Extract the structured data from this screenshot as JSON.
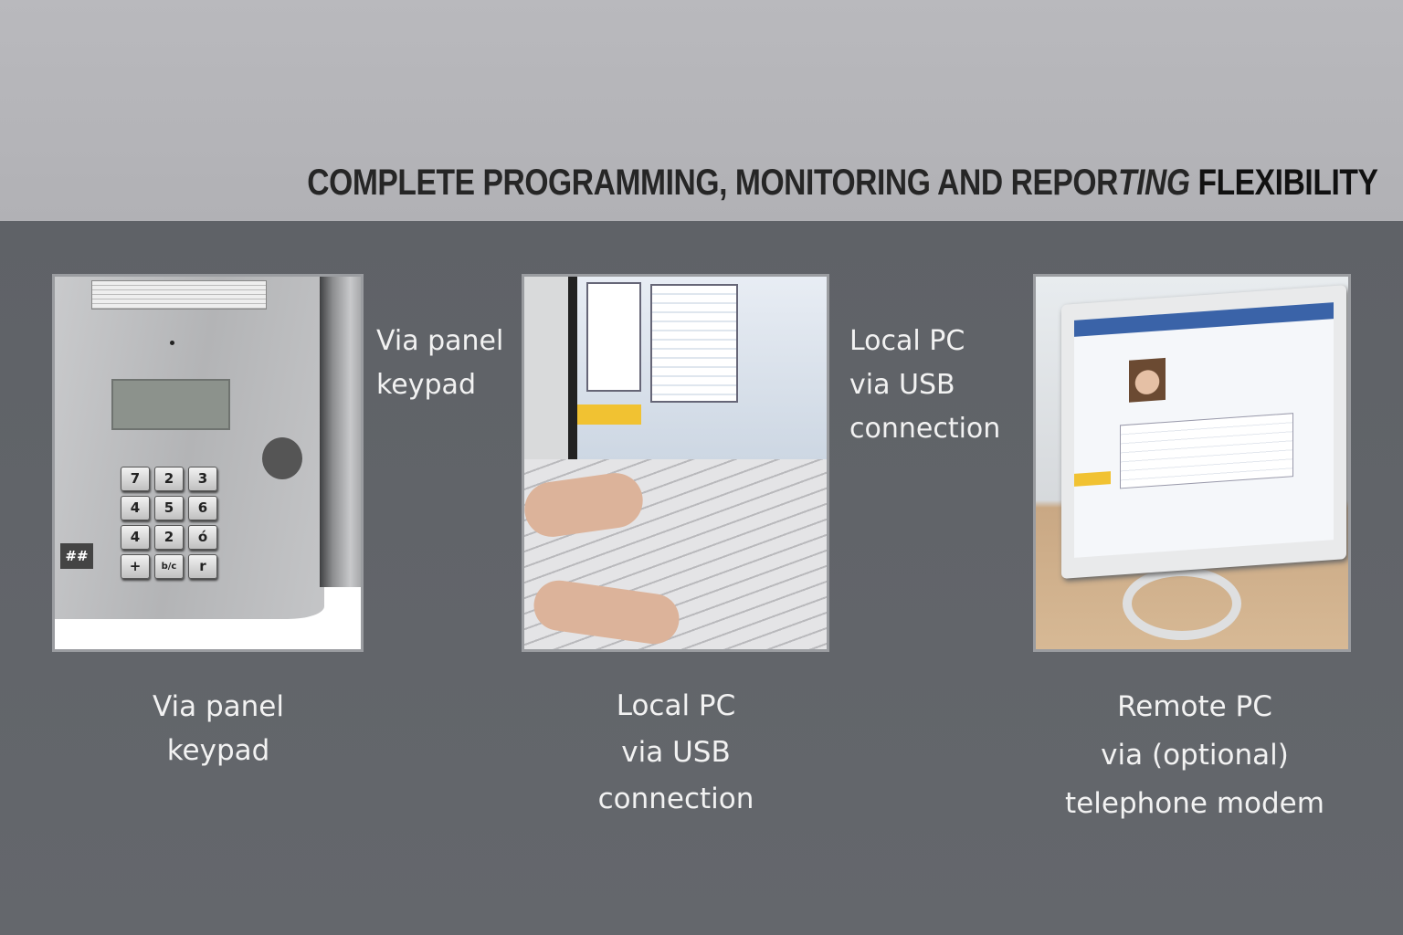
{
  "header": {
    "title_part1": "COMPLETE PROGRAMMING, MONITORING AND REPOR",
    "title_part2": "TING",
    "title_part3": " FLEXIBILITY"
  },
  "panels": [
    {
      "side_label": [
        "Via panel",
        "keypad"
      ],
      "caption": [
        "Via panel",
        "keypad"
      ]
    },
    {
      "side_label": [
        "Local PC",
        "via USB",
        "connection"
      ],
      "caption": [
        "Local PC",
        "via USB",
        "connection"
      ]
    },
    {
      "caption": [
        "Remote PC",
        "via (optional)",
        "telephone modem"
      ]
    }
  ],
  "keypad": {
    "keys": [
      "7",
      "2",
      "3",
      "4",
      "5",
      "6",
      "4",
      "2",
      "ó",
      "+",
      "b/c",
      "r"
    ],
    "hash_label": "##"
  }
}
